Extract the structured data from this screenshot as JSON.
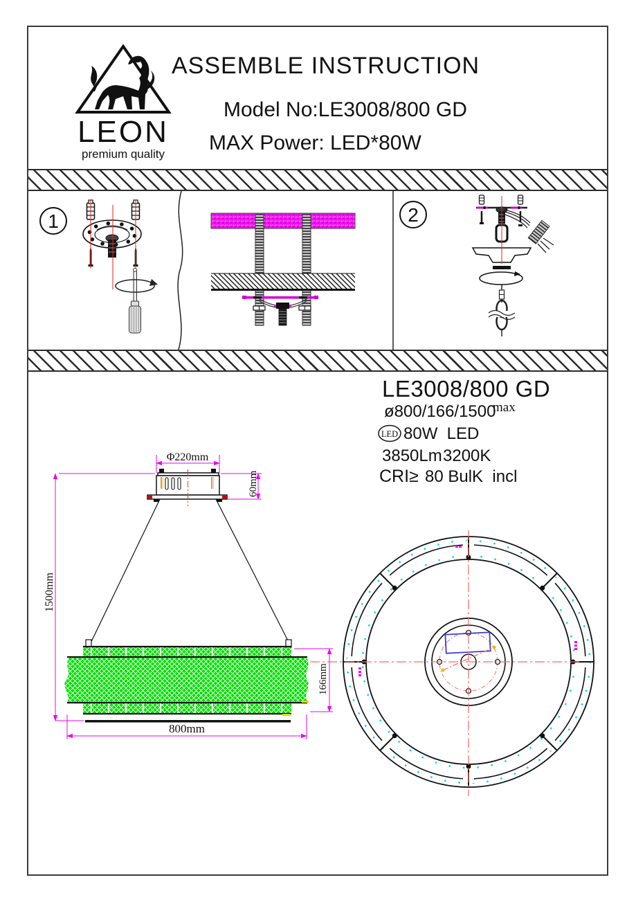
{
  "header": {
    "brand": "LEON",
    "tagline": "premium quality",
    "title": "ASSEMBLE INSTRUCTION",
    "model_line": "Model No:LE3008/800 GD",
    "power_line": "MAX Power: LED*80W"
  },
  "steps": [
    {
      "number": "1"
    },
    {
      "number": "2"
    }
  ],
  "specs": {
    "model": "LE3008/800 GD",
    "size_line": "ø800/166/1500",
    "size_sup": "max",
    "led_badge": "LED",
    "power": "80W  LED",
    "lumen": "3850Lm",
    "color_temp": "3200K",
    "cri_label": "CRI≥",
    "cri_value": "80 BulK  incl"
  },
  "dimensions": {
    "canopy_diameter": "Φ220mm",
    "canopy_height": "60mm",
    "suspension": "1500mm",
    "band_height": "166mm",
    "fixture_diameter": "800mm"
  },
  "colors": {
    "dimension_magenta": "#ee00ee",
    "crystal_green": "#00df00",
    "led_cyan": "#00dddd",
    "centerline_red": "#ff6666",
    "driver_blue": "#3a3ae0",
    "insulation_magenta": "#ef13ef"
  }
}
